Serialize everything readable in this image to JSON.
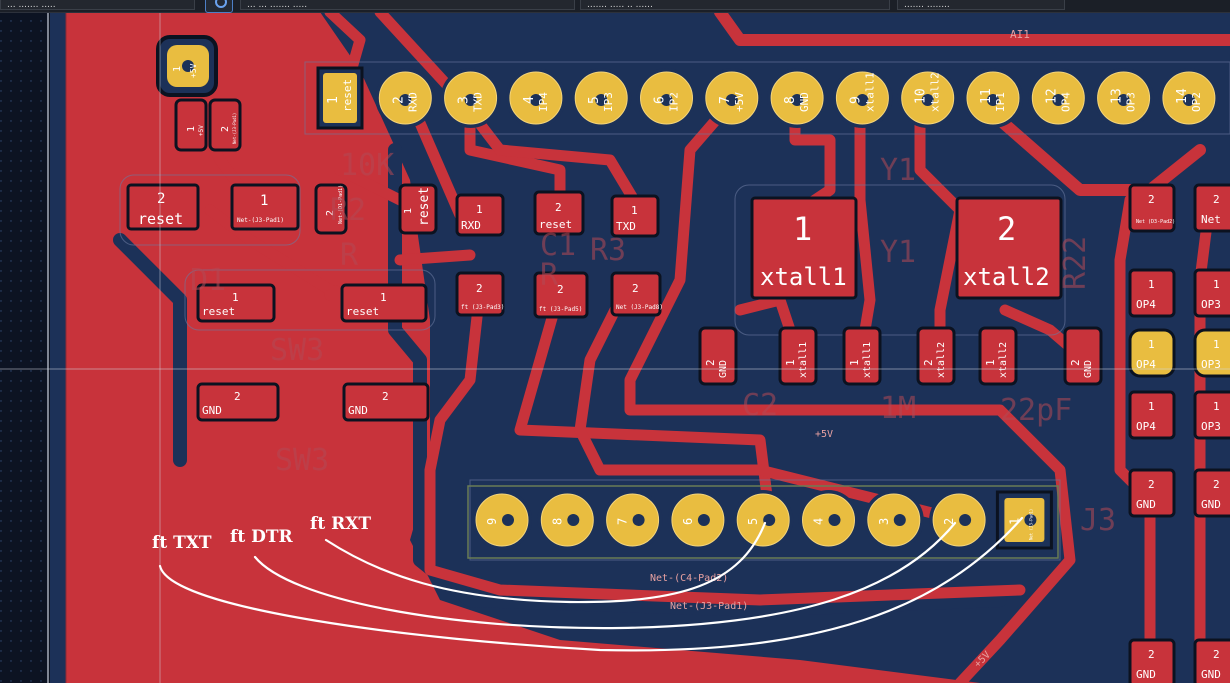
{
  "toolbar": {
    "grid_label": "... ....... .....",
    "layer_label": "... ... ....... .....",
    "coord_label": "....... ..... .. ......",
    "zoom_label": "....... ........"
  },
  "board": {
    "header_ai1": "AI1",
    "header_pins": [
      {
        "num": "1",
        "net": "reset"
      },
      {
        "num": "2",
        "net": "RXD"
      },
      {
        "num": "3",
        "net": "TXD"
      },
      {
        "num": "4",
        "net": "IP4"
      },
      {
        "num": "5",
        "net": "IP3"
      },
      {
        "num": "6",
        "net": "IP2"
      },
      {
        "num": "7",
        "net": "+5V"
      },
      {
        "num": "8",
        "net": "GND"
      },
      {
        "num": "9",
        "net": "xtall1"
      },
      {
        "num": "10",
        "net": "xtall2"
      },
      {
        "num": "11",
        "net": "IP1"
      },
      {
        "num": "12",
        "net": "OP4"
      },
      {
        "num": "13",
        "net": "OP3"
      },
      {
        "num": "14",
        "net": "OP2"
      }
    ],
    "vpad_5v": {
      "num": "1",
      "net": "+5V"
    },
    "cap_pads": [
      {
        "num": "1",
        "net": "+5V"
      },
      {
        "num": "2",
        "net": "Net-(J3-Pad1)"
      }
    ],
    "reset_pad": {
      "num": "2",
      "net": "reset"
    },
    "net_pad1": {
      "num": "1",
      "net": "Net-(J3-Pad1)"
    },
    "r2_pads": [
      {
        "num": "2",
        "net": "Net-(D1-Pad1)"
      },
      {
        "num": "1",
        "net": "reset"
      }
    ],
    "small_pads": [
      {
        "num": "1",
        "net": "RXD"
      },
      {
        "num": "2",
        "net": "reset"
      },
      {
        "num": "1",
        "net": "TXD"
      },
      {
        "num": "2",
        "net": "ft (J3-Pad3)"
      },
      {
        "num": "2",
        "net": "ft (J3-Pad5)"
      },
      {
        "num": "2",
        "net": "Net (J3-Pad8)"
      },
      {
        "num": "1",
        "net": "reset"
      },
      {
        "num": "1",
        "net": "reset"
      },
      {
        "num": "2",
        "net": "GND"
      },
      {
        "num": "2",
        "net": "GND"
      }
    ],
    "crystal_pads": [
      {
        "num": "1",
        "net": "xtall1"
      },
      {
        "num": "2",
        "net": "xtall2"
      }
    ],
    "cap_row": [
      {
        "num": "2",
        "net": "GND"
      },
      {
        "num": "1",
        "net": "xtall1"
      },
      {
        "num": "1",
        "net": "xtall1"
      },
      {
        "num": "2",
        "net": "xtall2"
      },
      {
        "num": "1",
        "net": "xtall2"
      },
      {
        "num": "2",
        "net": "GND"
      }
    ],
    "right_column": [
      {
        "num": "2",
        "net": "Net (D3-Pad2)"
      },
      {
        "num": "2",
        "net": "Net"
      },
      {
        "num": "1",
        "net": "OP4"
      },
      {
        "num": "1",
        "net": "OP3"
      },
      {
        "num": "1",
        "net": "OP4"
      },
      {
        "num": "1",
        "net": "OP3"
      },
      {
        "num": "1",
        "net": "OP4"
      },
      {
        "num": "1",
        "net": "OP3"
      },
      {
        "num": "2",
        "net": "GND"
      },
      {
        "num": "2",
        "net": "GND"
      },
      {
        "num": "2",
        "net": "GND"
      },
      {
        "num": "2",
        "net": "GND"
      }
    ],
    "bottom_header_pins": [
      "9",
      "8",
      "7",
      "6",
      "5",
      "4",
      "3",
      "2",
      "1"
    ],
    "bottom_header_pin1_net": "Net (J3-Pad1)",
    "net_labels": [
      "Net-(C4-Pad2)",
      "Net-(J3-Pad1)",
      "+5V",
      "+5V"
    ],
    "silkscreen": [
      "D1",
      "10K",
      "R2",
      "R",
      "SW3",
      "SW3",
      "C2",
      "1M",
      "Y1",
      "Y1",
      "22pF",
      "R22",
      "R",
      "C1",
      "R3",
      "J3"
    ],
    "annotations": [
      "ft TXT",
      "ft DTR",
      "ft RXT"
    ]
  },
  "colors": {
    "copper": "#c8333b",
    "board": "#1c3158",
    "pad": "#e9bd40",
    "edge": "#0b1220",
    "highlight": "#ffffff"
  }
}
